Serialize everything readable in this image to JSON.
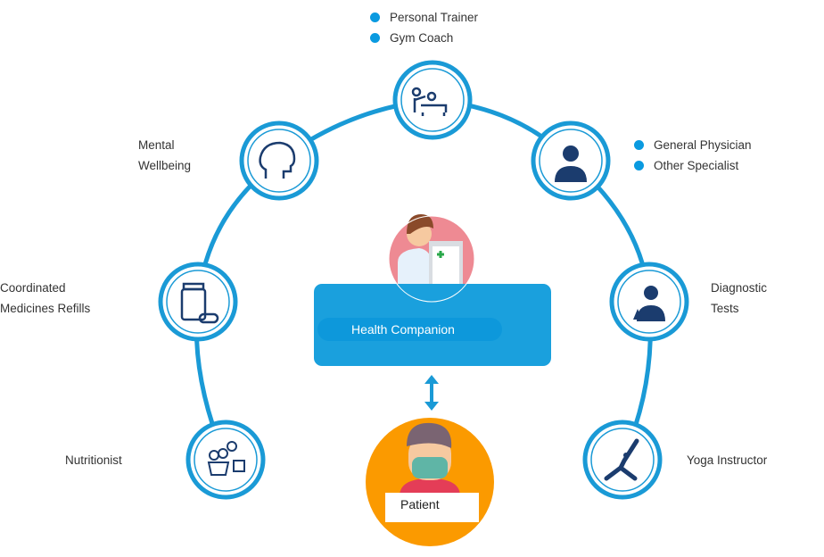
{
  "center": {
    "title": "Health Companion"
  },
  "patient": {
    "label": "Patient"
  },
  "nodes": {
    "trainer": {
      "items": [
        "Personal Trainer",
        "Gym Coach"
      ]
    },
    "physician": {
      "items": [
        "General Physician",
        "Other Specialist"
      ]
    },
    "mental": {
      "line1": "Mental",
      "line2": "Wellbeing"
    },
    "medicines": {
      "line1": "Coordinated",
      "line2": "Medicines Refills"
    },
    "diagnostic": {
      "line1": "Diagnostic",
      "line2": "Tests"
    },
    "nutritionist": {
      "label": "Nutritionist"
    },
    "yoga": {
      "label": "Yoga Instructor"
    }
  },
  "colors": {
    "accent": "#1a9ad6",
    "patient_bg": "#fb9a00",
    "companion_bg": "#1aa0dd"
  }
}
